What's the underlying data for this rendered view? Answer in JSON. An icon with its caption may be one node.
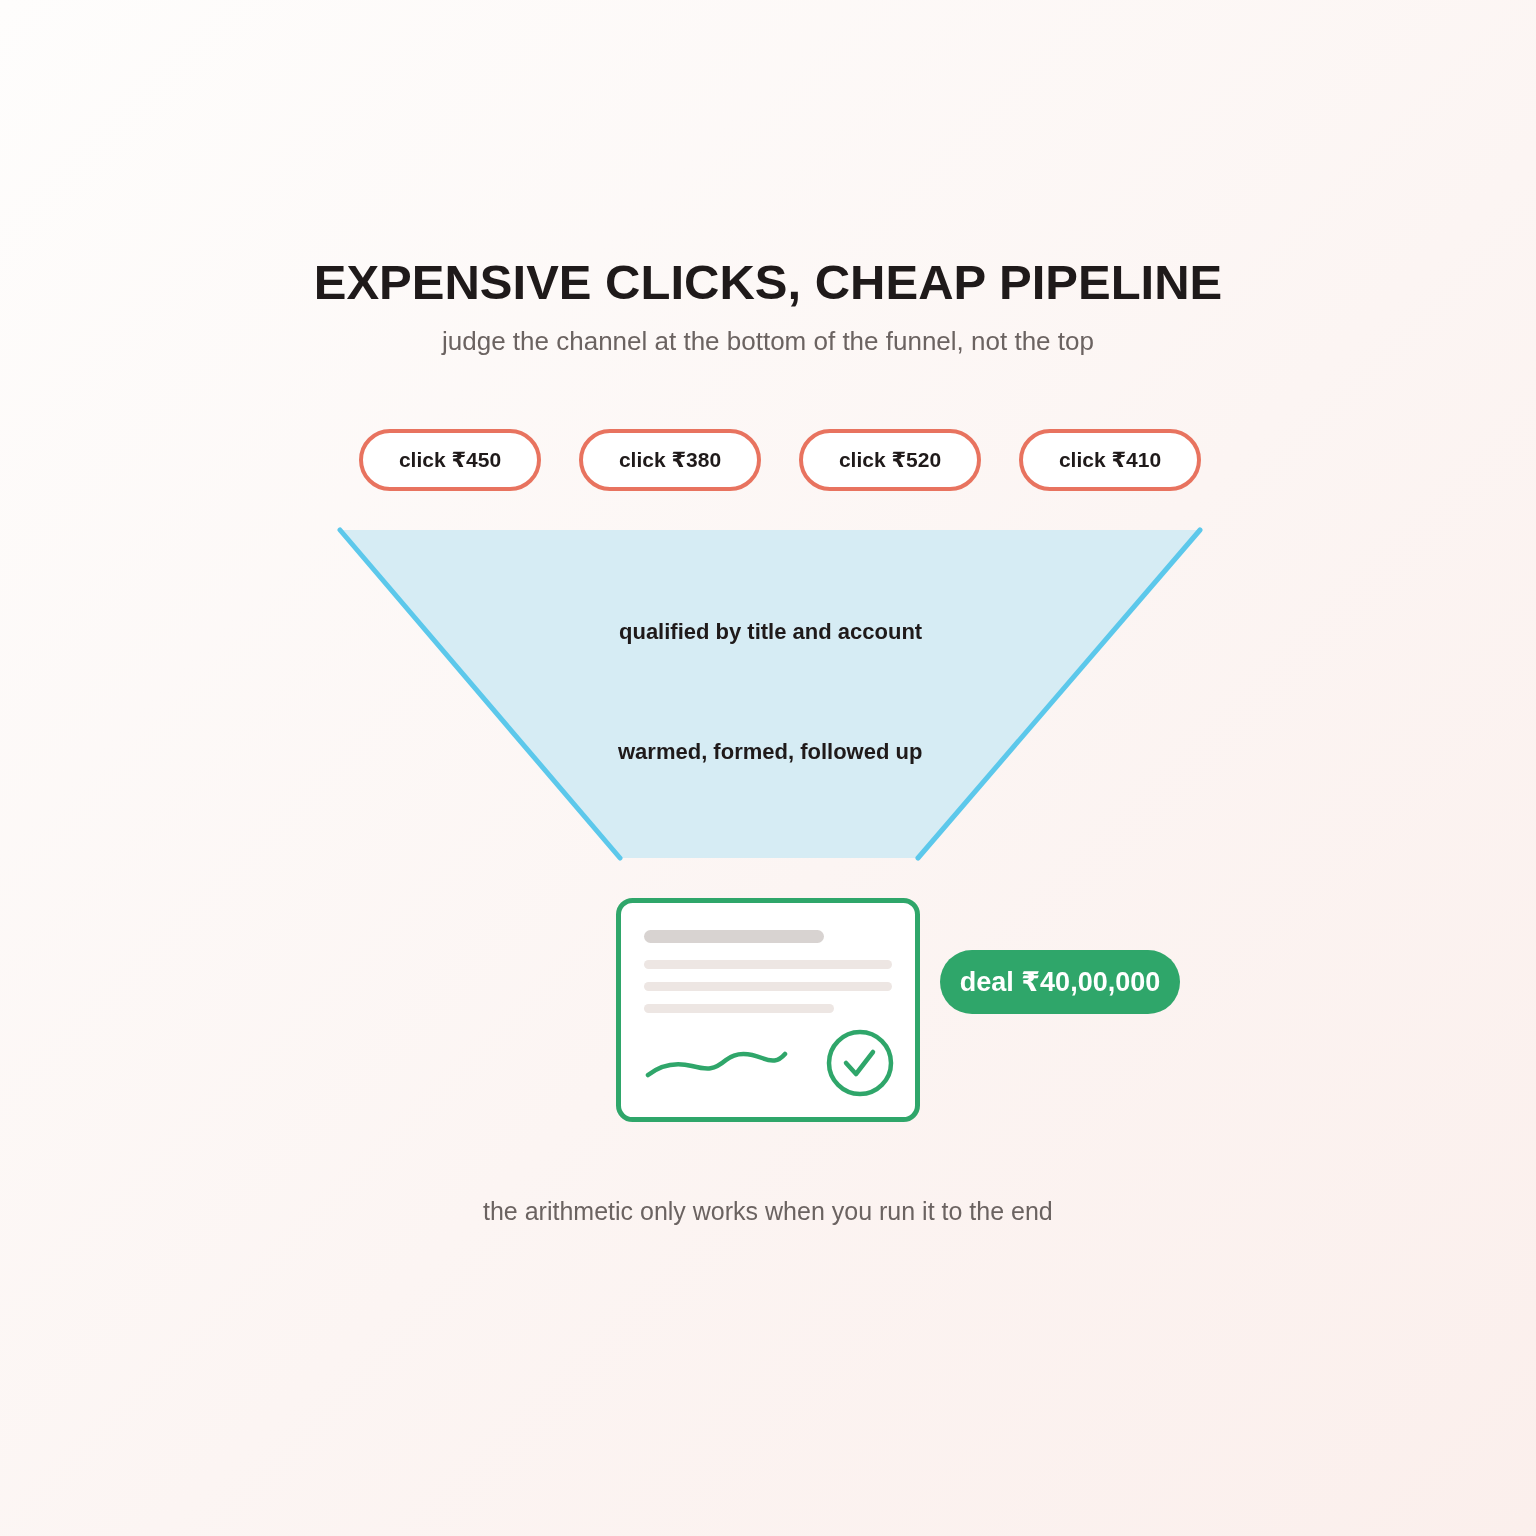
{
  "diagram": {
    "title": "EXPENSIVE CLICKS, CHEAP PIPELINE",
    "caption": "the arithmetic only works when you run it to the end",
    "nodes": [
      {
        "text": [
          "click ₹450"
        ]
      },
      {
        "text": [
          "click ₹380"
        ]
      },
      {
        "text": [
          "click ₹520"
        ]
      },
      {
        "text": [
          "click ₹410"
        ]
      },
      {
        "text": [
          "qualified by title and account",
          "warmed, formed, followed up"
        ]
      },
      {
        "text": [],
        "shape": "picture"
      },
      {
        "text": [
          "deal ₹40,00,000"
        ]
      }
    ],
    "labels": [
      "judge the channel at the bottom of the funnel, not the top"
    ]
  }
}
